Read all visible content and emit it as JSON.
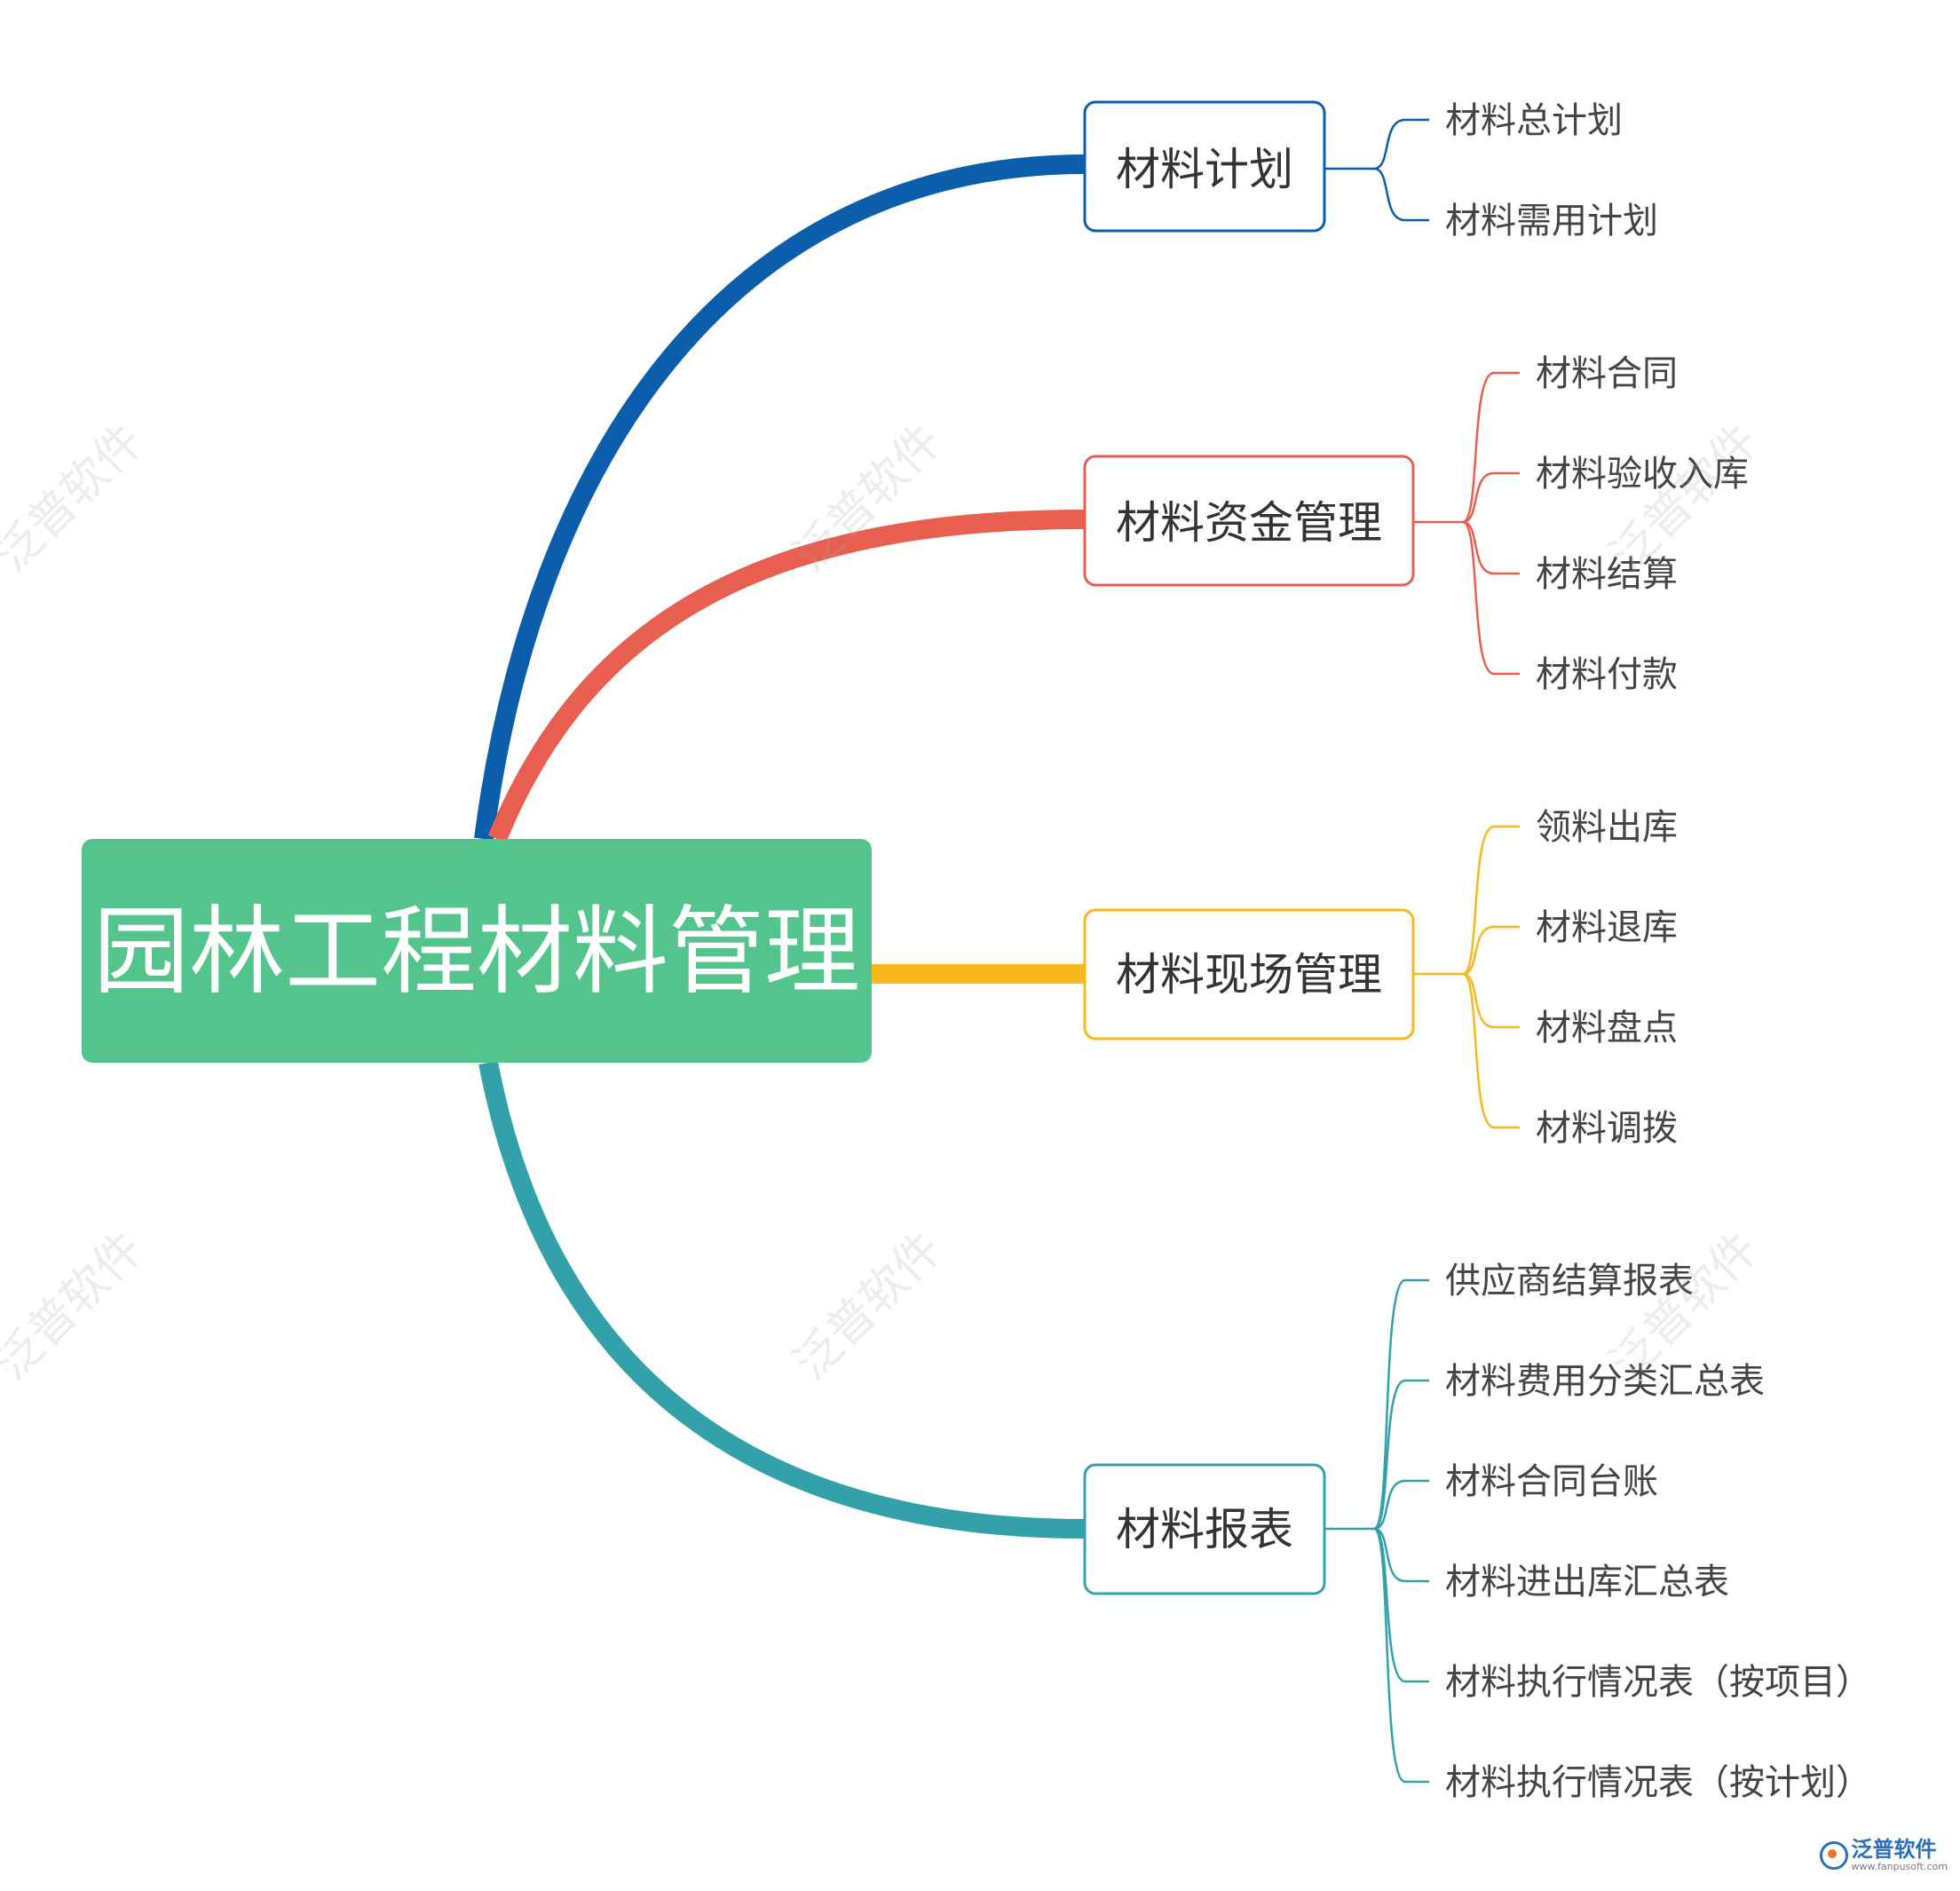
{
  "root": {
    "label": "园林工程材料管理",
    "color": "#52c48c"
  },
  "branches": [
    {
      "label": "材料计划",
      "color": "#0a5eab",
      "children": [
        "材料总计划",
        "材料需用计划"
      ]
    },
    {
      "label": "材料资金管理",
      "color": "#e85e4f",
      "children": [
        "材料合同",
        "材料验收入库",
        "材料结算",
        "材料付款"
      ]
    },
    {
      "label": "材料现场管理",
      "color": "#f7b820",
      "children": [
        "领料出库",
        "材料退库",
        "材料盘点",
        "材料调拨"
      ]
    },
    {
      "label": "材料报表",
      "color": "#33a1a9",
      "children": [
        "供应商结算报表",
        "材料费用分类汇总表",
        "材料合同台账",
        "材料进出库汇总表",
        "材料执行情况表（按项目）",
        "材料执行情况表（按计划）"
      ]
    }
  ],
  "watermark": "泛普软件",
  "logo": {
    "name": "泛普软件",
    "url": "www.fanpusoft.com"
  }
}
